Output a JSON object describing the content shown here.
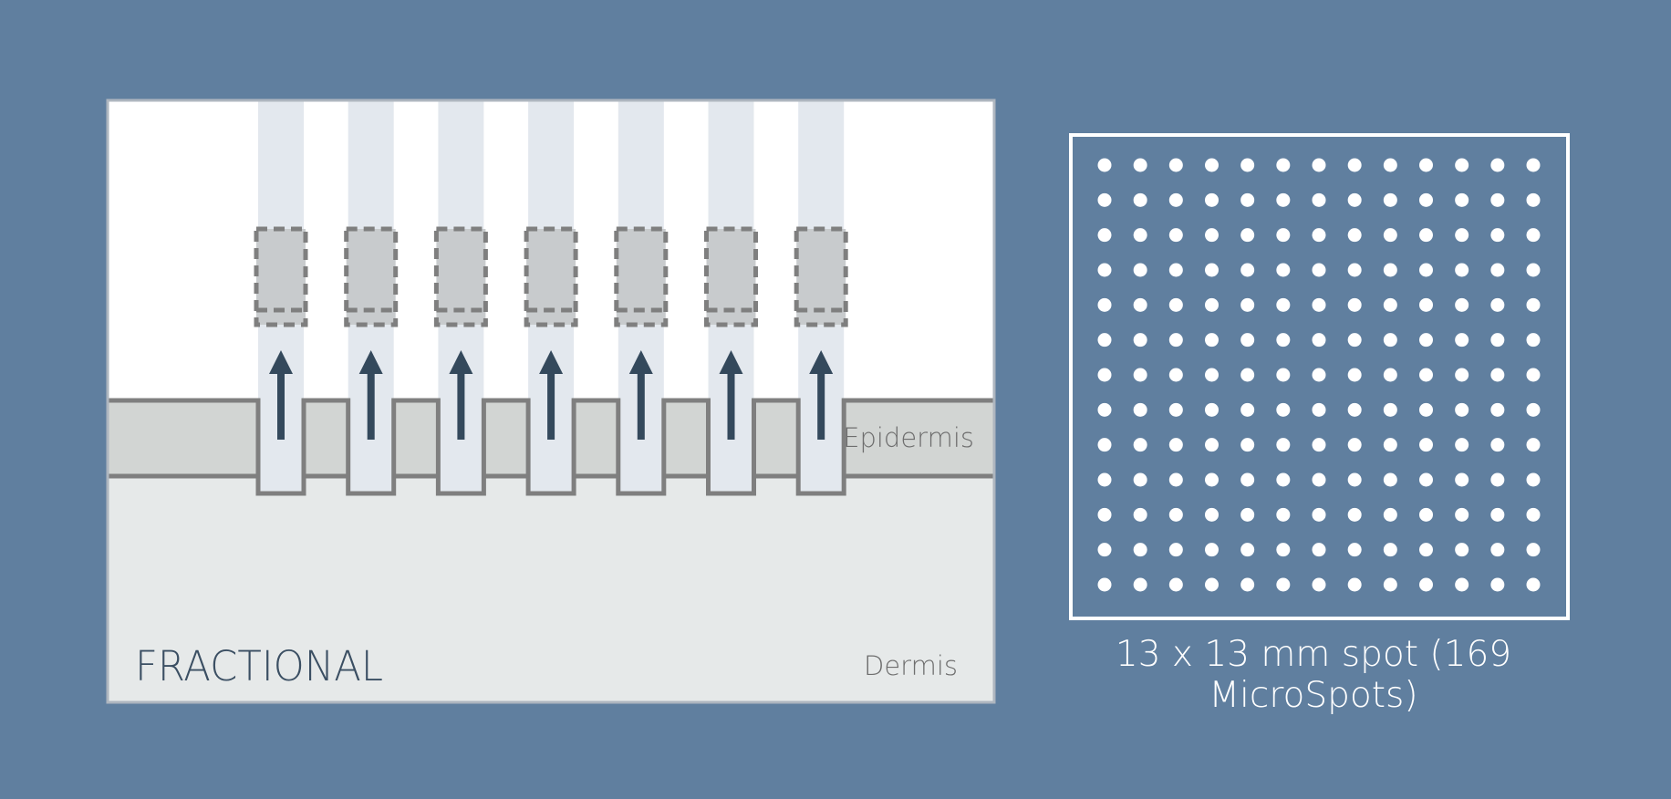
{
  "colors": {
    "background": "#607f9f",
    "panel_air": "#ffffff",
    "panel_border": "#aeb6bf",
    "epidermis": "#d2d5d3",
    "dermis": "#e6e9e9",
    "channel": "#e3e8ee",
    "outline": "#7f7f7f",
    "target_fill": "#c8cbcd",
    "arrow": "#34495c",
    "title_text": "#3b4f63",
    "layer_text": "#6e6e6e",
    "spot_grid": "#ffffff"
  },
  "diagram": {
    "title": "FRACTIONAL",
    "epidermis_label": "Epidermis",
    "dermis_label": "Dermis",
    "column_count": 7
  },
  "spot_grid": {
    "rows": 13,
    "cols": 13,
    "caption": "13 x 13 mm spot (169 MicroSpots)"
  }
}
